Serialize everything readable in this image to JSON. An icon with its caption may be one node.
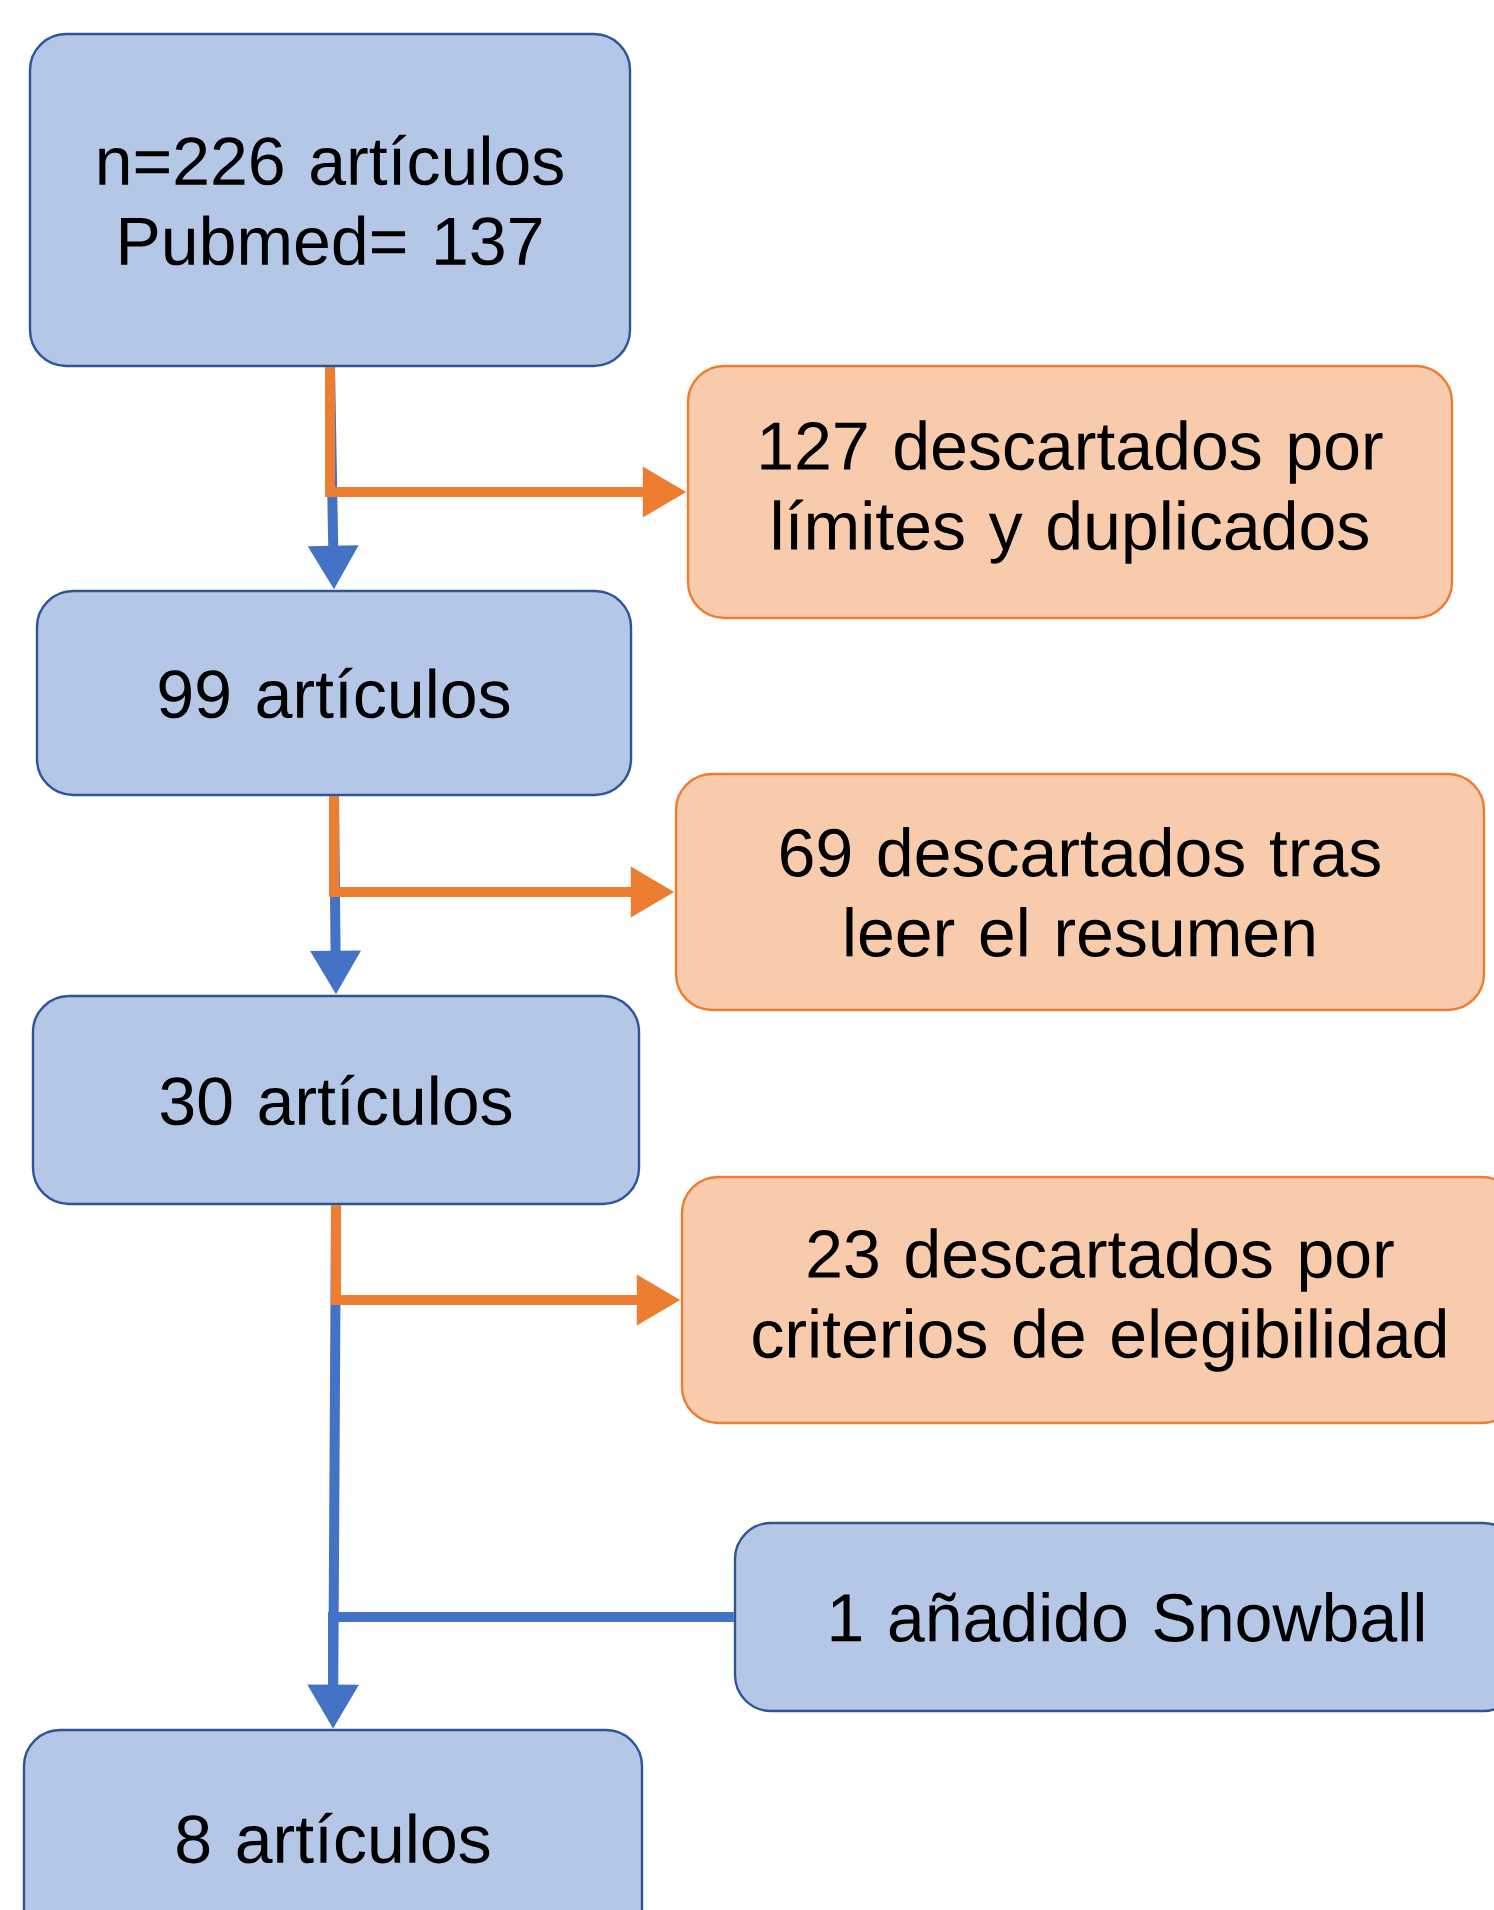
{
  "diagram": {
    "nodes": [
      {
        "text": [
          "n=226 artículos",
          "Pubmed= 137"
        ]
      },
      {
        "text": [
          "127 descartados por límites y duplicados"
        ]
      },
      {
        "text": [
          "99 artículos"
        ]
      },
      {
        "text": [
          "69 descartados tras leer el resumen"
        ]
      },
      {
        "text": [
          "30 artículos"
        ]
      },
      {
        "text": [
          "23 descartados por criterios de elegibilidad"
        ]
      },
      {
        "text": [
          "1 añadido Snowball"
        ]
      },
      {
        "text": [
          "8 artículos"
        ]
      }
    ],
    "edges": [
      {
        "from": 0,
        "to": 2,
        "arrow": "to"
      },
      {
        "from": 0,
        "to": 1,
        "arrow": "to",
        "color": "#ed7d31"
      },
      {
        "from": 2,
        "to": 4,
        "arrow": "to"
      },
      {
        "from": 2,
        "to": 3,
        "arrow": "to",
        "color": "#ed7d31"
      },
      {
        "from": 4,
        "to": 7,
        "arrow": "to"
      },
      {
        "from": 4,
        "to": 5,
        "arrow": "to",
        "color": "#ed7d31"
      },
      {
        "from": 6,
        "to": 7,
        "arrow": "to"
      }
    ]
  }
}
